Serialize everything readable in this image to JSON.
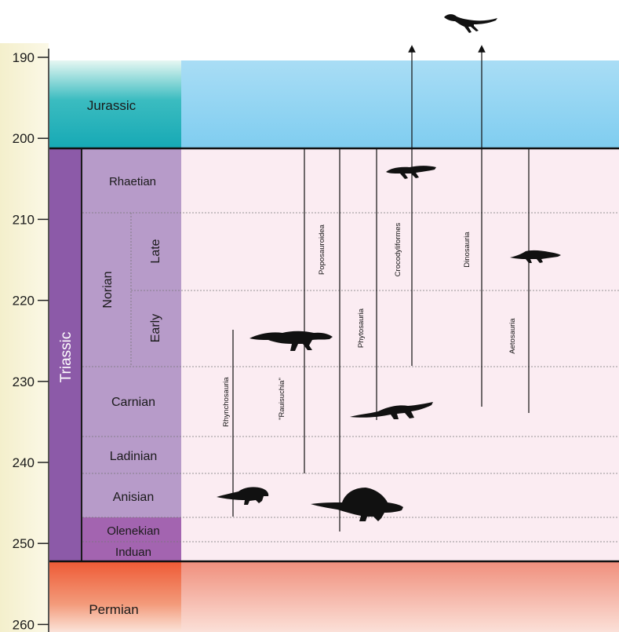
{
  "axis": {
    "ticks": [
      "190",
      "200",
      "210",
      "220",
      "230",
      "240",
      "250",
      "260"
    ]
  },
  "periods": {
    "jurassic": "Jurassic",
    "triassic": "Triassic",
    "permian": "Permian"
  },
  "stages": {
    "rhaetian": "Rhaetian",
    "norian": "Norian",
    "norian_late": "Late",
    "norian_early": "Early",
    "carnian": "Carnian",
    "ladinian": "Ladinian",
    "anisian": "Anisian",
    "olenekian": "Olenekian",
    "induan": "Induan"
  },
  "taxa": {
    "rhynchosauria": "Rhynchosauria",
    "rauisuchia": "\"Rauisuchia\"",
    "poposauroidea": "Poposauroidea",
    "phytosauria": "Phytosauria",
    "crocodyliformes": "Crocodyliformes",
    "dinosauria": "Dinosauria",
    "aetosauria": "Aetosauria"
  },
  "colors": {
    "axis_band": "#f8f3d8",
    "jurassic_label_bg": "#3bbcc0",
    "jurassic_field": "#8fd4f2",
    "triassic_bar": "#8c5aa8",
    "triassic_stage": "#b79bc9",
    "olenekian_induan": "#a364b0",
    "triassic_field": "#fbecf2",
    "permian_label_bg": "#f07a50",
    "permian_field": "#f3a595"
  }
}
